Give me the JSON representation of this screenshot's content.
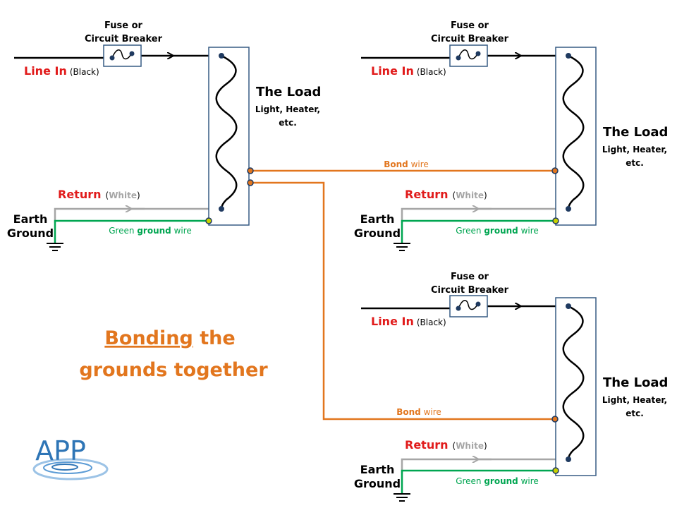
{
  "diagram_title": {
    "word1": "Bonding",
    "word2": " the",
    "line2": "grounds together"
  },
  "colors": {
    "line_in": "#e11b1b",
    "wire_black": "#000000",
    "return_wire": "#a6a6a6",
    "ground_wire": "#00a651",
    "bond_wire": "#e2761e",
    "load_box": "#375b84",
    "title": "#e2761e",
    "terminal": "#1f3a60"
  },
  "circuits": [
    {
      "fuse_label_1": "Fuse or",
      "fuse_label_2": "Circuit Breaker",
      "line_in": "Line In",
      "line_in_note": "(Black)",
      "load_title": "The Load",
      "load_sub_1": "Light, Heater,",
      "load_sub_2": "etc.",
      "return": "Return",
      "return_note_open": "(",
      "return_note_mid": "White",
      "return_note_close": ")",
      "earth_1": "Earth",
      "earth_2": "Ground",
      "ground_pre": "Green ",
      "ground_bold": "ground",
      "ground_post": " wire"
    },
    {
      "fuse_label_1": "Fuse or",
      "fuse_label_2": "Circuit Breaker",
      "line_in": "Line In",
      "line_in_note": "(Black)",
      "load_title": "The Load",
      "load_sub_1": "Light, Heater,",
      "load_sub_2": "etc.",
      "return": "Return",
      "return_note_open": "(",
      "return_note_mid": "White",
      "return_note_close": ")",
      "earth_1": "Earth",
      "earth_2": "Ground",
      "ground_pre": "Green ",
      "ground_bold": "ground",
      "ground_post": " wire"
    },
    {
      "fuse_label_1": "Fuse or",
      "fuse_label_2": "Circuit Breaker",
      "line_in": "Line In",
      "line_in_note": "(Black)",
      "load_title": "The Load",
      "load_sub_1": "Light, Heater,",
      "load_sub_2": "etc.",
      "return": "Return",
      "return_note_open": "(",
      "return_note_mid": "White",
      "return_note_close": ")",
      "earth_1": "Earth",
      "earth_2": "Ground",
      "ground_pre": "Green ",
      "ground_bold": "ground",
      "ground_post": " wire"
    }
  ],
  "bond_labels": [
    {
      "bold": "Bond",
      "rest": " wire"
    },
    {
      "bold": "Bond",
      "rest": " wire"
    }
  ],
  "logo": {
    "text": "APP"
  }
}
